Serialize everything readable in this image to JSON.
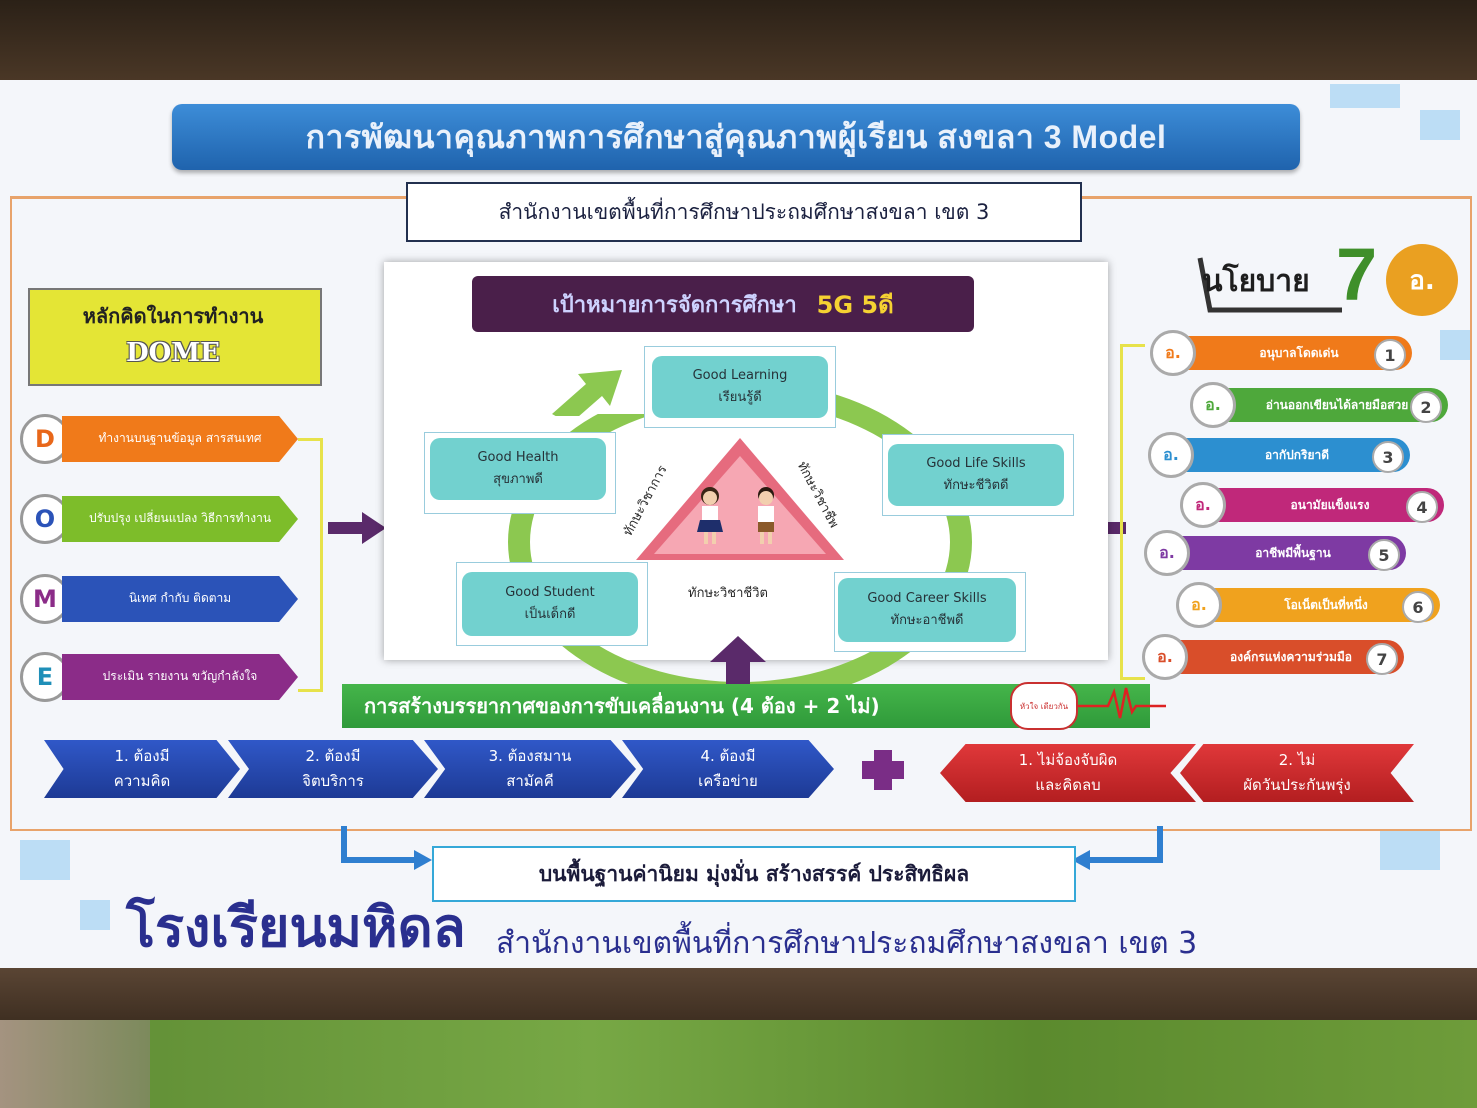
{
  "header": {
    "title": "การพัฒนาคุณภาพการศึกษาสู่คุณภาพผู้เรียน สงขลา 3 Model",
    "subtitle": "สำนักงานเขตพื้นที่การศึกษาประถมศึกษาสงขลา เขต 3"
  },
  "dome": {
    "title": "หลักคิดในการทำงาน",
    "word": "DOME",
    "items": [
      {
        "letter": "D",
        "text": "ทำงานบนฐานข้อมูล สารสนเทศ",
        "color": "#f07a1a"
      },
      {
        "letter": "O",
        "text": "ปรับปรุง เปลี่ยนแปลง วิธีการทำงาน",
        "color": "#7dbd2a"
      },
      {
        "letter": "M",
        "text": "นิเทศ กำกับ ติดตาม",
        "color": "#2b53b8"
      },
      {
        "letter": "E",
        "text": "ประเมิน รายงาน ขวัญกำลังใจ",
        "color": "#8b2c88"
      }
    ]
  },
  "goal": {
    "label": "เป้าหมายการจัดการศึกษา",
    "highlight": "5G 5ดี"
  },
  "goods": {
    "learning": {
      "en": "Good Learning",
      "th": "เรียนรู้ดี"
    },
    "health": {
      "en": "Good Health",
      "th": "สุขภาพดี"
    },
    "life": {
      "en": "Good Life Skills",
      "th": "ทักษะชีวิตดี"
    },
    "student": {
      "en": "Good Student",
      "th": "เป็นเด็กดี"
    },
    "career": {
      "en": "Good Career Skills",
      "th": "ทักษะอาชีพดี"
    }
  },
  "triangle": {
    "left": "ทักษะวิชาการ",
    "right": "ทักษะวิชาชีพ",
    "bottom": "ทักษะวิชาชีวิต"
  },
  "policy": {
    "label": "นโยบาย",
    "number": "7",
    "badge": "อ.",
    "items": [
      {
        "a": "อ.",
        "text": "อนุบาลโดดเด่น",
        "num": "1",
        "color": "#f07a1a"
      },
      {
        "a": "อ.",
        "text": "อ่านออกเขียนได้ลายมือสวย",
        "num": "2",
        "color": "#4ea83b"
      },
      {
        "a": "อ.",
        "text": "อากัปกริยาดี",
        "num": "3",
        "color": "#2c8fd0"
      },
      {
        "a": "อ.",
        "text": "อนามัยแข็งแรง",
        "num": "4",
        "color": "#c0287a"
      },
      {
        "a": "อ.",
        "text": "อาชีพมีพื้นฐาน",
        "num": "5",
        "color": "#7e3aa3"
      },
      {
        "a": "อ.",
        "text": "โอเน็ตเป็นที่หนึ่ง",
        "num": "6",
        "color": "#f0a21e"
      },
      {
        "a": "อ.",
        "text": "องค์กรแห่งความร่วมมือ",
        "num": "7",
        "color": "#d94e2a"
      }
    ]
  },
  "atmosphere": {
    "label": "การสร้างบรรยากาศของการขับเคลื่อนงาน (4 ต้อง + 2 ไม่)",
    "heart": "หัวใจ เดียวกัน"
  },
  "musts": [
    {
      "l1": "1. ต้องมี",
      "l2": "ความคิด"
    },
    {
      "l1": "2. ต้องมี",
      "l2": "จิตบริการ"
    },
    {
      "l1": "3. ต้องสมาน",
      "l2": "สามัคคี"
    },
    {
      "l1": "4. ต้องมี",
      "l2": "เครือข่าย"
    }
  ],
  "donts": [
    {
      "l1": "1. ไม่จ้องจับผิด",
      "l2": "และคิดลบ"
    },
    {
      "l1": "2. ไม่",
      "l2": "ผัดวันประกันพรุ่ง"
    }
  ],
  "values": "บนพื้นฐานค่านิยม มุ่งมั่น สร้างสรรค์ ประสิทธิผล",
  "footer": {
    "school": "โรงเรียนมหิดล",
    "office": "สำนักงานเขตพื้นที่การศึกษาประถมศึกษาสงขลา เขต 3"
  }
}
